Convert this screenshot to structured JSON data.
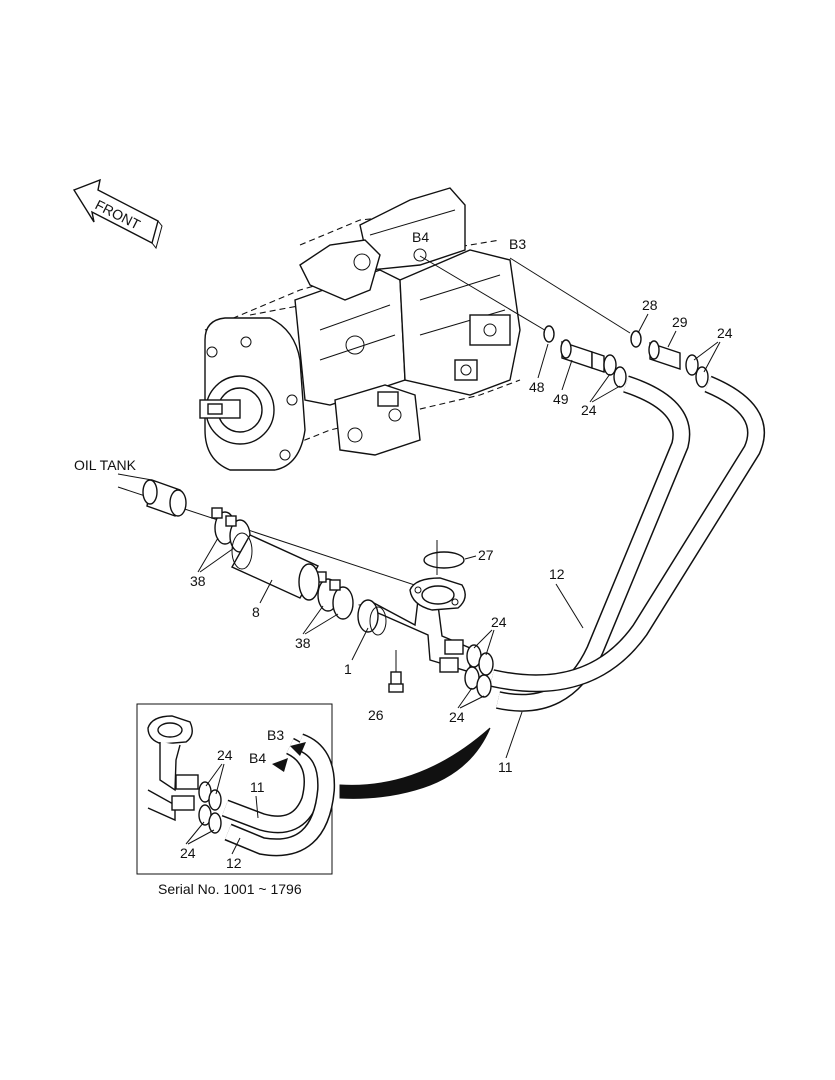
{
  "labels": {
    "front": "FRONT",
    "oil_tank": "OIL TANK",
    "b3": "B3",
    "b4": "B4",
    "p28": "28",
    "p29": "29",
    "p24_a": "24",
    "p48": "48",
    "p49": "49",
    "p24_b": "24",
    "p27": "27",
    "p12": "12",
    "p38_a": "38",
    "p8": "8",
    "p38_b": "38",
    "p1": "1",
    "p24_c": "24",
    "p24_d": "24",
    "p26": "26",
    "p11": "11"
  },
  "inset": {
    "b3": "B3",
    "b4": "B4",
    "p24_top": "24",
    "p11": "11",
    "p24_bottom": "24",
    "p12": "12",
    "caption": "Serial No. 1001 ~ 1796"
  },
  "colors": {
    "line": "#111111",
    "background": "#ffffff"
  }
}
